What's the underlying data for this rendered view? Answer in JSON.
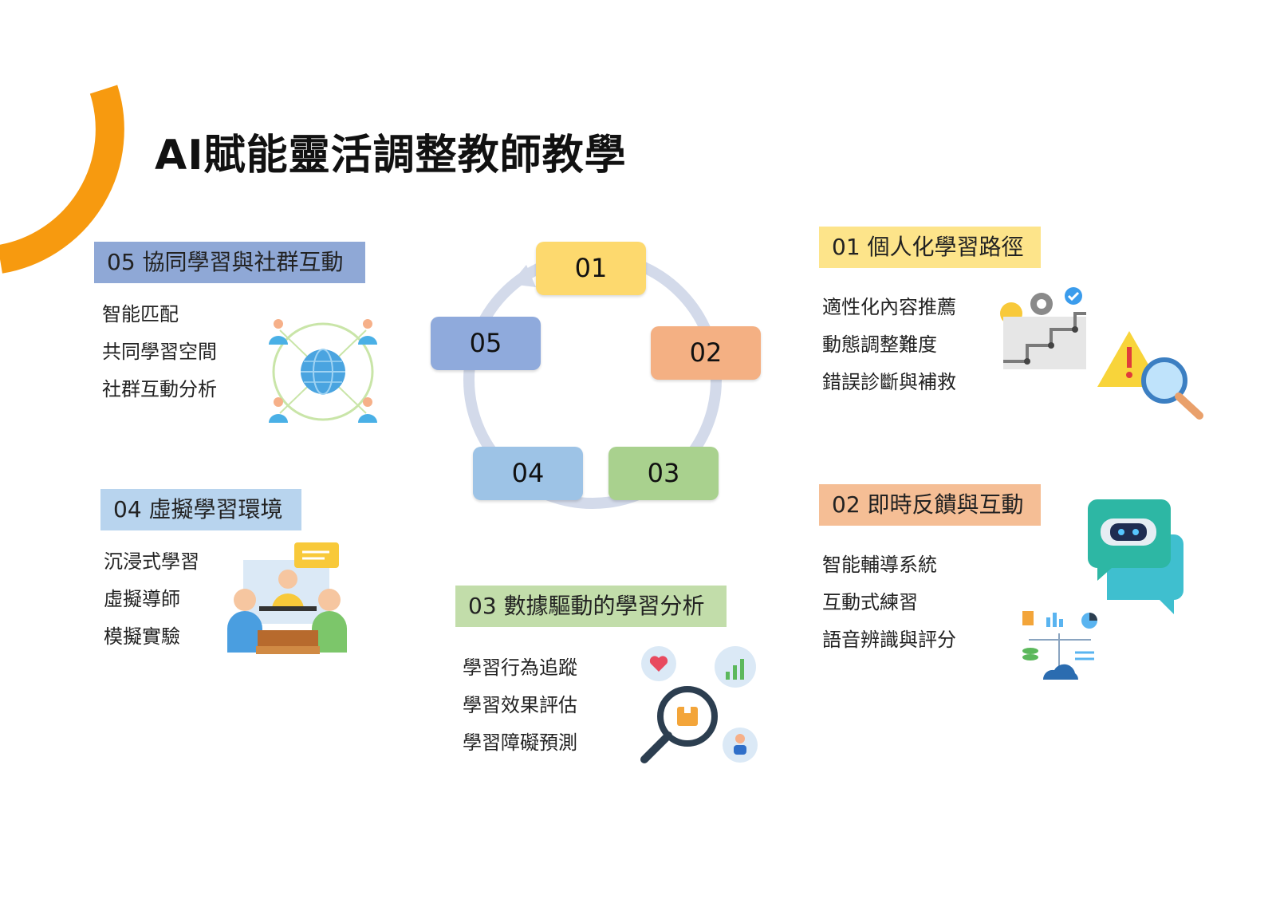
{
  "title": "AI賦能靈活調整教師教學",
  "colors": {
    "accent_arc": "#f79a0f",
    "s01": "#fde48a",
    "s02": "#f5be95",
    "s03": "#c2ddaa",
    "s04": "#b8d4ee",
    "s05": "#8fa8d6",
    "ring": "#d3daea"
  },
  "cycle": [
    {
      "label": "01",
      "color": "#fdd96e"
    },
    {
      "label": "02",
      "color": "#f4b083"
    },
    {
      "label": "03",
      "color": "#a9d18e"
    },
    {
      "label": "04",
      "color": "#9dc3e6"
    },
    {
      "label": "05",
      "color": "#8faadc"
    }
  ],
  "sections": {
    "s01": {
      "header": "01 個人化學習路徑",
      "items": [
        "適性化內容推薦",
        "動態調整難度",
        "錯誤診斷與補救"
      ],
      "icon": "stairs-lightbulb-warning-search-icon"
    },
    "s02": {
      "header": "02 即時反饋與互動",
      "items": [
        "智能輔導系統",
        "互動式練習",
        "語音辨識與評分"
      ],
      "icon": "chatbot-data-icon"
    },
    "s03": {
      "header": "03 數據驅動的學習分析",
      "items": [
        "學習行為追蹤",
        "學習效果評估",
        "學習障礙預測"
      ],
      "icon": "magnifier-analytics-icon"
    },
    "s04": {
      "header": "04 虛擬學習環境",
      "items": [
        "沉浸式學習",
        "虛擬導師",
        "模擬實驗"
      ],
      "icon": "virtual-classroom-icon"
    },
    "s05": {
      "header": "05 協同學習與社群互動",
      "items": [
        "智能匹配",
        "共同學習空間",
        "社群互動分析"
      ],
      "icon": "global-network-icon"
    }
  }
}
